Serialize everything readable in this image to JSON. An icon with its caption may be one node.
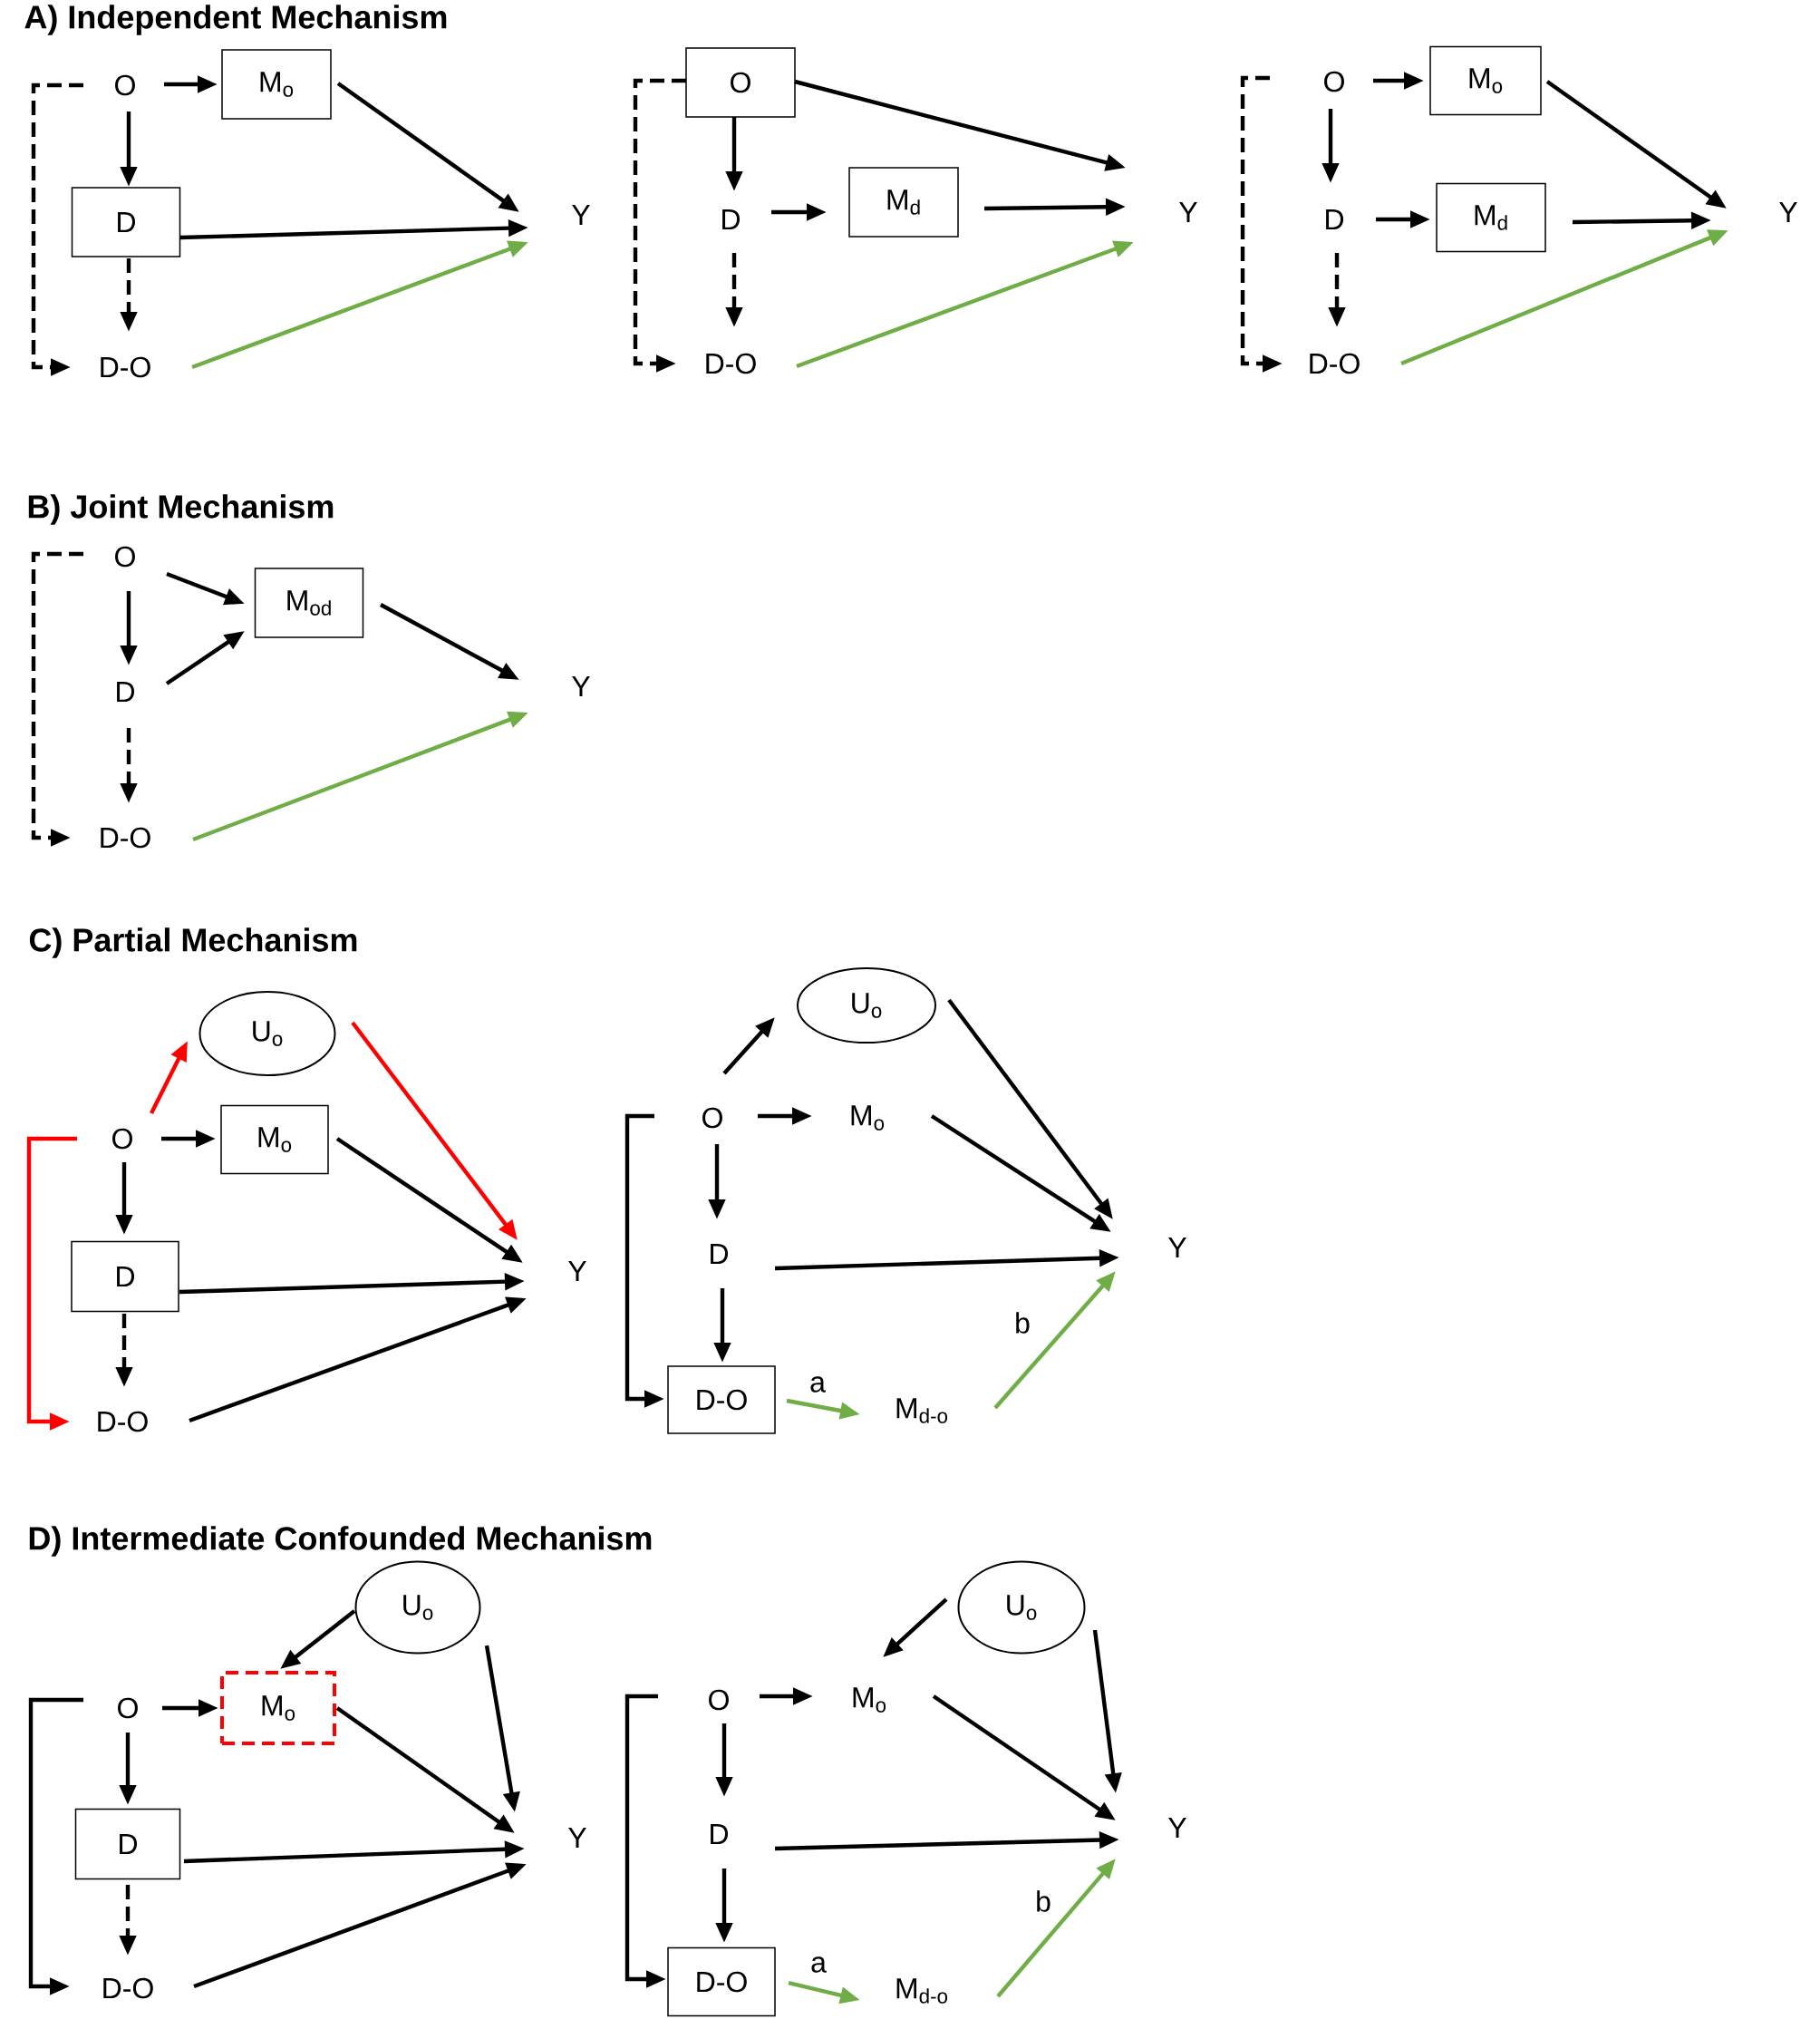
{
  "diagram": {
    "nodes": [
      {
        "text": [
          "O"
        ]
      },
      {
        "text": [
          "M$_{o}$"
        ]
      },
      {
        "text": [
          "D"
        ]
      },
      {
        "text": [
          "Y"
        ]
      },
      {
        "text": [
          "D-O"
        ]
      },
      {
        "text": [
          "O"
        ]
      },
      {
        "text": [
          "D"
        ]
      },
      {
        "text": [
          "M$_{d}$"
        ]
      },
      {
        "text": [
          "Y"
        ]
      },
      {
        "text": [
          "D-O"
        ]
      },
      {
        "text": [
          "O"
        ]
      },
      {
        "text": [
          "M$_{o}$"
        ]
      },
      {
        "text": [
          "D"
        ]
      },
      {
        "text": [
          "M$_{d}$"
        ]
      },
      {
        "text": [
          "Y"
        ]
      },
      {
        "text": [
          "D-O"
        ]
      },
      {
        "text": [
          "O"
        ]
      },
      {
        "text": [
          "M$_{od}$"
        ]
      },
      {
        "text": [
          "D"
        ]
      },
      {
        "text": [
          "Y"
        ]
      },
      {
        "text": [
          "D-O"
        ]
      },
      {
        "text": [
          "U$_{o}$"
        ]
      },
      {
        "text": [
          "O"
        ]
      },
      {
        "text": [
          "M$_{o}$"
        ]
      },
      {
        "text": [
          "D"
        ]
      },
      {
        "text": [
          "Y"
        ]
      },
      {
        "text": [
          "D-O"
        ]
      },
      {
        "text": [
          "U$_{o}$"
        ]
      },
      {
        "text": [
          "O"
        ]
      },
      {
        "text": [
          "M$_{o}$"
        ]
      },
      {
        "text": [
          "D"
        ]
      },
      {
        "text": [
          "Y"
        ]
      },
      {
        "text": [
          "D-O"
        ]
      },
      {
        "text": [
          "M$_{d-o}$"
        ]
      },
      {
        "text": [
          "U$_{o}$"
        ]
      },
      {
        "text": [
          "O"
        ]
      },
      {
        "text": [
          "M$_{o}$"
        ]
      },
      {
        "text": [
          "D"
        ]
      },
      {
        "text": [
          "Y"
        ]
      },
      {
        "text": [
          "D-O"
        ]
      },
      {
        "text": [
          "U$_{o}$"
        ]
      },
      {
        "text": [
          "O"
        ]
      },
      {
        "text": [
          "M$_{o}$"
        ]
      },
      {
        "text": [
          "D"
        ]
      },
      {
        "text": [
          "Y"
        ]
      },
      {
        "text": [
          "D-O"
        ]
      },
      {
        "text": [
          "M$_{d-o}$"
        ]
      }
    ],
    "edges": [
      {
        "from": 0,
        "to": 1,
        "arrow": "to"
      },
      {
        "from": 0,
        "to": 2,
        "arrow": "to"
      },
      {
        "from": 0,
        "to": 4,
        "arrow": "to",
        "style": "dashed"
      },
      {
        "from": 1,
        "to": 3,
        "arrow": "to"
      },
      {
        "from": 2,
        "to": 3,
        "arrow": "to"
      },
      {
        "from": 2,
        "to": 4,
        "arrow": "to",
        "style": "dashed"
      },
      {
        "from": 4,
        "to": 3,
        "arrow": "to",
        "color": "#70ad47"
      },
      {
        "from": 5,
        "to": 8,
        "arrow": "to"
      },
      {
        "from": 5,
        "to": 6,
        "arrow": "to"
      },
      {
        "from": 5,
        "to": 9,
        "arrow": "to",
        "style": "dashed"
      },
      {
        "from": 6,
        "to": 7,
        "arrow": "to"
      },
      {
        "from": 7,
        "to": 8,
        "arrow": "to"
      },
      {
        "from": 6,
        "to": 9,
        "arrow": "to",
        "style": "dashed"
      },
      {
        "from": 9,
        "to": 8,
        "arrow": "to",
        "color": "#70ad47"
      },
      {
        "from": 10,
        "to": 11,
        "arrow": "to"
      },
      {
        "from": 10,
        "to": 12,
        "arrow": "to"
      },
      {
        "from": 10,
        "to": 15,
        "arrow": "to",
        "style": "dashed"
      },
      {
        "from": 11,
        "to": 14,
        "arrow": "to"
      },
      {
        "from": 12,
        "to": 13,
        "arrow": "to"
      },
      {
        "from": 13,
        "to": 14,
        "arrow": "to"
      },
      {
        "from": 12,
        "to": 15,
        "arrow": "to",
        "style": "dashed"
      },
      {
        "from": 15,
        "to": 14,
        "arrow": "to",
        "color": "#70ad47"
      },
      {
        "from": 16,
        "to": 17,
        "arrow": "to"
      },
      {
        "from": 16,
        "to": 18,
        "arrow": "to"
      },
      {
        "from": 16,
        "to": 20,
        "arrow": "to",
        "style": "dashed"
      },
      {
        "from": 18,
        "to": 17,
        "arrow": "to"
      },
      {
        "from": 17,
        "to": 19,
        "arrow": "to"
      },
      {
        "from": 18,
        "to": 20,
        "arrow": "to",
        "style": "dashed"
      },
      {
        "from": 20,
        "to": 19,
        "arrow": "to",
        "color": "#70ad47"
      },
      {
        "from": 22,
        "to": 21,
        "arrow": "to",
        "color": "#ff0000"
      },
      {
        "from": 21,
        "to": 25,
        "arrow": "to",
        "color": "#ff0000"
      },
      {
        "from": 22,
        "to": 26,
        "arrow": "to",
        "color": "#ff0000"
      },
      {
        "from": 22,
        "to": 23,
        "arrow": "to"
      },
      {
        "from": 22,
        "to": 24,
        "arrow": "to"
      },
      {
        "from": 23,
        "to": 25,
        "arrow": "to"
      },
      {
        "from": 24,
        "to": 25,
        "arrow": "to"
      },
      {
        "from": 24,
        "to": 26,
        "arrow": "to",
        "style": "dashed"
      },
      {
        "from": 26,
        "to": 25,
        "arrow": "to"
      },
      {
        "from": 28,
        "to": 27,
        "arrow": "to"
      },
      {
        "from": 27,
        "to": 31,
        "arrow": "to"
      },
      {
        "from": 28,
        "to": 32,
        "arrow": "to"
      },
      {
        "from": 28,
        "to": 29,
        "arrow": "to"
      },
      {
        "from": 28,
        "to": 30,
        "arrow": "to"
      },
      {
        "from": 29,
        "to": 31,
        "arrow": "to"
      },
      {
        "from": 30,
        "to": 31,
        "arrow": "to"
      },
      {
        "from": 30,
        "to": 32,
        "arrow": "to"
      },
      {
        "from": 32,
        "to": 33,
        "arrow": "to",
        "label": "a",
        "color": "#70ad47"
      },
      {
        "from": 33,
        "to": 31,
        "arrow": "to",
        "label": "b",
        "color": "#70ad47"
      },
      {
        "from": 34,
        "to": 36,
        "arrow": "to"
      },
      {
        "from": 34,
        "to": 38,
        "arrow": "to"
      },
      {
        "from": 35,
        "to": 39,
        "arrow": "to"
      },
      {
        "from": 35,
        "to": 36,
        "arrow": "to"
      },
      {
        "from": 35,
        "to": 37,
        "arrow": "to"
      },
      {
        "from": 36,
        "to": 38,
        "arrow": "to"
      },
      {
        "from": 37,
        "to": 38,
        "arrow": "to"
      },
      {
        "from": 37,
        "to": 39,
        "arrow": "to",
        "style": "dashed"
      },
      {
        "from": 39,
        "to": 38,
        "arrow": "to"
      },
      {
        "from": 40,
        "to": 42,
        "arrow": "to"
      },
      {
        "from": 40,
        "to": 44,
        "arrow": "to"
      },
      {
        "from": 41,
        "to": 45,
        "arrow": "to"
      },
      {
        "from": 41,
        "to": 42,
        "arrow": "to"
      },
      {
        "from": 41,
        "to": 43,
        "arrow": "to"
      },
      {
        "from": 42,
        "to": 44,
        "arrow": "to"
      },
      {
        "from": 43,
        "to": 44,
        "arrow": "to"
      },
      {
        "from": 43,
        "to": 45,
        "arrow": "to"
      },
      {
        "from": 45,
        "to": 46,
        "arrow": "to",
        "label": "a",
        "color": "#70ad47"
      },
      {
        "from": 46,
        "to": 44,
        "arrow": "to",
        "label": "b",
        "color": "#70ad47"
      }
    ],
    "labels": [
      "A) Independent Mechanism",
      "B) Joint Mechanism",
      "C) Partial Mechanism",
      "D) Intermediate Confounded Mechanism"
    ]
  }
}
